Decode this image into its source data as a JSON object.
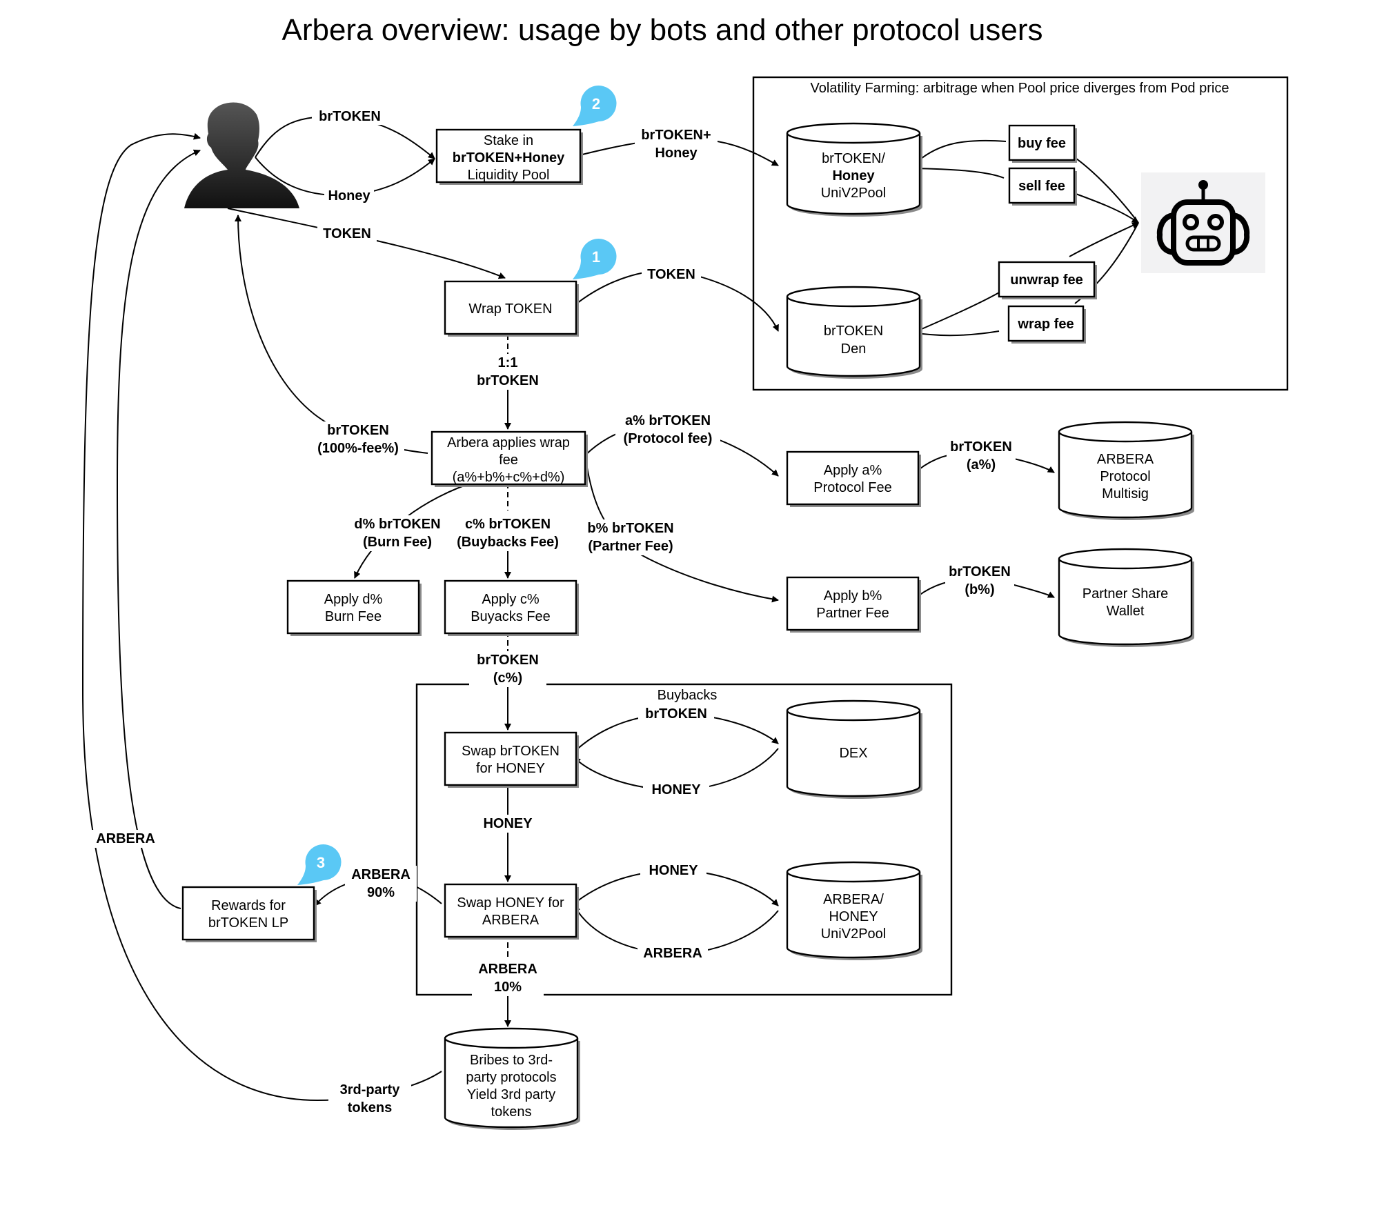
{
  "title": "Arbera overview: usage by bots and other protocol users",
  "groups": {
    "volatility": "Volatility Farming: arbitrage when Pool price diverges from Pod price",
    "buybacks": "Buybacks"
  },
  "markers": {
    "m1": "1",
    "m2": "2",
    "m3": "3"
  },
  "colors": {
    "marker": "#5ac8f5",
    "robot_bg": "#f2f2f3",
    "user": "#2a2a2a"
  },
  "icons": {
    "user": "user-silhouette-icon",
    "bot": "robot-icon"
  },
  "nodes": {
    "stake": [
      "Stake in",
      "brTOKEN+Honey",
      "Liquidity Pool"
    ],
    "wrap": [
      "Wrap TOKEN"
    ],
    "univ2pool": [
      "brTOKEN/",
      "Honey",
      "UniV2Pool"
    ],
    "den": [
      "brTOKEN",
      "Den"
    ],
    "buy_fee": [
      "buy fee"
    ],
    "sell_fee": [
      "sell fee"
    ],
    "unwrap_fee": [
      "unwrap fee"
    ],
    "wrap_fee": [
      "wrap fee"
    ],
    "applies_fee": [
      "Arbera applies wrap",
      "fee",
      "(a%+b%+c%+d%)"
    ],
    "protocol_fee": [
      "Apply a%",
      "Protocol Fee"
    ],
    "multisig": [
      "ARBERA",
      "Protocol",
      "Multisig"
    ],
    "burn_fee": [
      "Apply d%",
      "Burn Fee"
    ],
    "buyacks_fee": [
      "Apply c%",
      "Buyacks Fee"
    ],
    "partner_fee": [
      "Apply b%",
      "Partner Fee"
    ],
    "partner_wallet": [
      "Partner Share",
      "Wallet"
    ],
    "swap_brtoken": [
      "Swap brTOKEN",
      "for HONEY"
    ],
    "dex": [
      "DEX"
    ],
    "swap_honey": [
      "Swap HONEY for",
      "ARBERA"
    ],
    "arbera_pool": [
      "ARBERA/",
      "HONEY",
      "UniV2Pool"
    ],
    "rewards": [
      "Rewards for",
      "brTOKEN LP"
    ],
    "bribes": [
      "Bribes to 3rd-",
      "party protocols",
      "Yield 3rd party",
      "tokens"
    ]
  },
  "edges": {
    "brtoken_in": [
      "brTOKEN"
    ],
    "honey_in": [
      "Honey"
    ],
    "stake_to_pool": [
      "brTOKEN+",
      "Honey"
    ],
    "token_in": [
      "TOKEN"
    ],
    "wrap_to_den": [
      "TOKEN"
    ],
    "one_to_one": [
      "1:1",
      "brTOKEN"
    ],
    "back_to_user": [
      "brTOKEN",
      "(100%-fee%)"
    ],
    "protocol_fee": [
      "a% brTOKEN",
      "(Protocol fee)"
    ],
    "to_multisig": [
      "brTOKEN",
      "(a%)"
    ],
    "burn": [
      "d% brTOKEN",
      "(Burn Fee)"
    ],
    "buybacks": [
      "c% brTOKEN",
      "(Buybacks Fee)"
    ],
    "partner": [
      "b% brTOKEN",
      "(Partner Fee)"
    ],
    "to_partner_wallet": [
      "brTOKEN",
      "(b%)"
    ],
    "to_buybacks": [
      "brTOKEN",
      "(c%)"
    ],
    "to_dex": [
      "brTOKEN"
    ],
    "from_dex": [
      "HONEY"
    ],
    "honey_down": [
      "HONEY"
    ],
    "to_arbera_pool": [
      "HONEY"
    ],
    "from_arbera_pool": [
      "ARBERA"
    ],
    "to_rewards": [
      "ARBERA",
      "90%"
    ],
    "to_bribes": [
      "ARBERA",
      "10%"
    ],
    "rewards_to_user": [
      "ARBERA"
    ],
    "bribes_to_user": [
      "3rd-party",
      "tokens"
    ]
  }
}
